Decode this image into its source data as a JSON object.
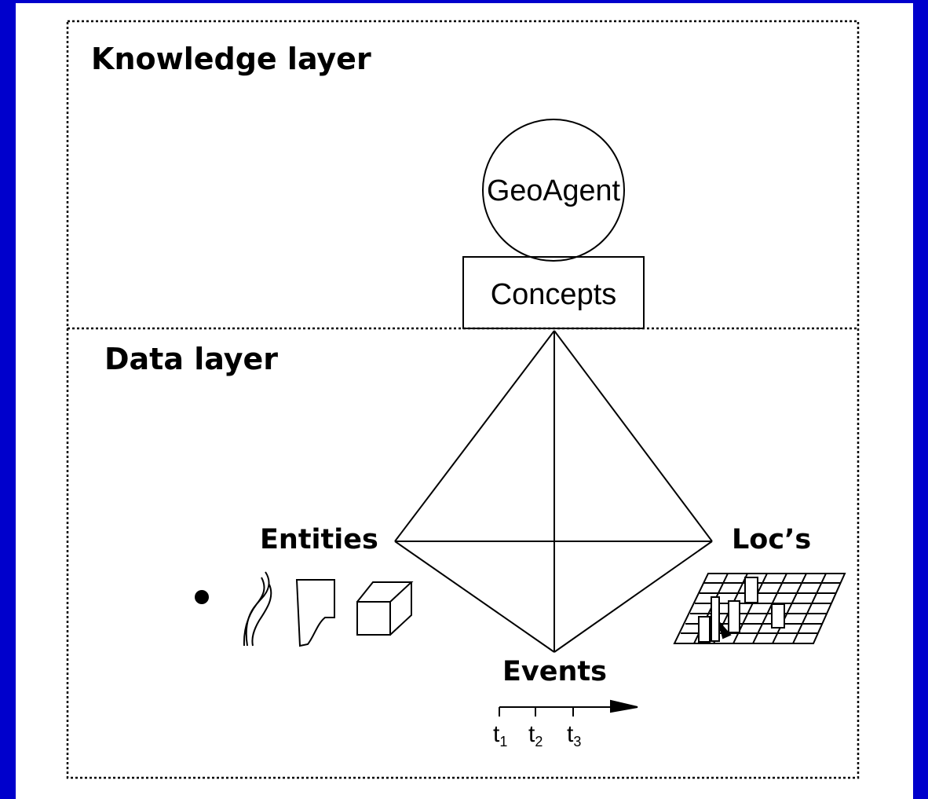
{
  "layers": {
    "knowledge": "Knowledge layer",
    "data": "Data layer"
  },
  "nodes": {
    "agent": "GeoAgent",
    "concepts": "Concepts",
    "entities": "Entities",
    "locs": "Loc’s",
    "events": "Events"
  },
  "timeline": {
    "t1": "t",
    "t1_sub": "1",
    "t2": "t",
    "t2_sub": "2",
    "t3": "t",
    "t3_sub": "3"
  },
  "colors": {
    "background": "#0000cc",
    "panel": "#ffffff",
    "ink": "#000000"
  }
}
